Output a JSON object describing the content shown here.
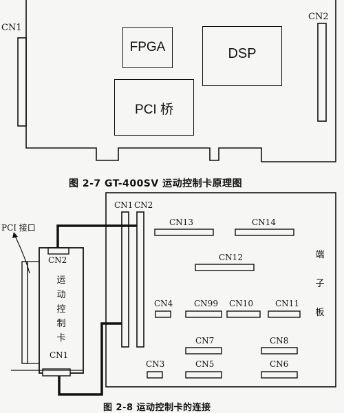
{
  "fig1": {
    "cn1": "CN1",
    "cn2": "CN2",
    "fpga": "FPGA",
    "dsp": "DSP",
    "pci_bridge": "PCI 桥",
    "caption": "图 2-7 GT-400SV 运动控制卡原理图"
  },
  "fig2": {
    "pci_port": "PCI 接口",
    "card_cn2": "CN2",
    "card_chars": [
      "运",
      "动",
      "控",
      "制",
      "卡"
    ],
    "card_cn1": "CN1",
    "cn1": "CN1",
    "cn2": "CN2",
    "cn13": "CN13",
    "cn14": "CN14",
    "cn12": "CN12",
    "cn4": "CN4",
    "cn99": "CN99",
    "cn10": "CN10",
    "cn11": "CN11",
    "cn7": "CN7",
    "cn8": "CN8",
    "cn3": "CN3",
    "cn5": "CN5",
    "cn6": "CN6",
    "terminal_chars": [
      "端",
      "子",
      "板"
    ],
    "caption": "图 2-8 运动控制卡的连接"
  }
}
